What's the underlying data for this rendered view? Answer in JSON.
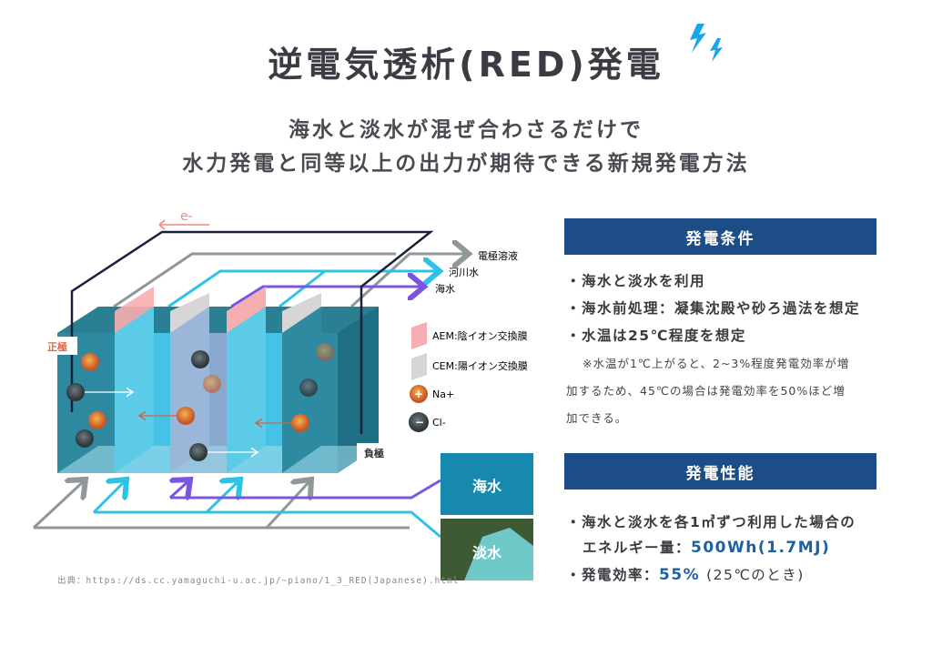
{
  "title": "逆電気透析(RED)発電",
  "subtitle": [
    "海水と淡水が混ぜ合わさるだけで",
    "水力発電と同等以上の出力が期待できる新規発電方法"
  ],
  "diagram": {
    "electron_label": "e-",
    "anode_label": "正極",
    "cathode_label": "負極",
    "flow_labels": {
      "electrode_solution": "電極溶液",
      "river_water": "河川水",
      "seawater": "海水"
    },
    "legend": [
      {
        "label": "AEM:陰イオン交換膜",
        "color": "#f7aeb0"
      },
      {
        "label": "CEM:陽イオン交換膜",
        "color": "#d6d6d6"
      },
      {
        "label": "Na+",
        "color": "#e07a2e"
      },
      {
        "label": "Cl-",
        "color": "#3f4a4f"
      }
    ],
    "photos": {
      "sea": "海水",
      "fresh": "淡水"
    },
    "colors": {
      "gray": "#8f9799",
      "cyan": "#2ec2e6",
      "purple": "#7b55e0",
      "wire": "#1b1f3b",
      "electron": "#ef8a78"
    }
  },
  "source": "出典：https://ds.cc.yamaguchi-u.ac.jp/~piano/1_3_RED(Japanese).html",
  "conditions": {
    "header": "発電条件",
    "bullets": [
      "・海水と淡水を利用",
      "・海水前処理：凝集沈殿や砂ろ過法を想定",
      "・水温は25℃程度を想定"
    ],
    "note": [
      "※水温が1℃上がると、2~3%程度発電効率が増",
      "加するため、45℃の場合は発電効率を50%ほど増",
      "加できる。"
    ]
  },
  "performance": {
    "header": "発電性能",
    "line1": "・海水と淡水を各1㎥ずつ利用した場合の",
    "line2_prefix": "エネルギー量：",
    "energy": "500Wh(1.7MJ)",
    "line3_prefix": "・発電効率：",
    "efficiency": "55%",
    "efficiency_note": "(25℃のとき)"
  }
}
